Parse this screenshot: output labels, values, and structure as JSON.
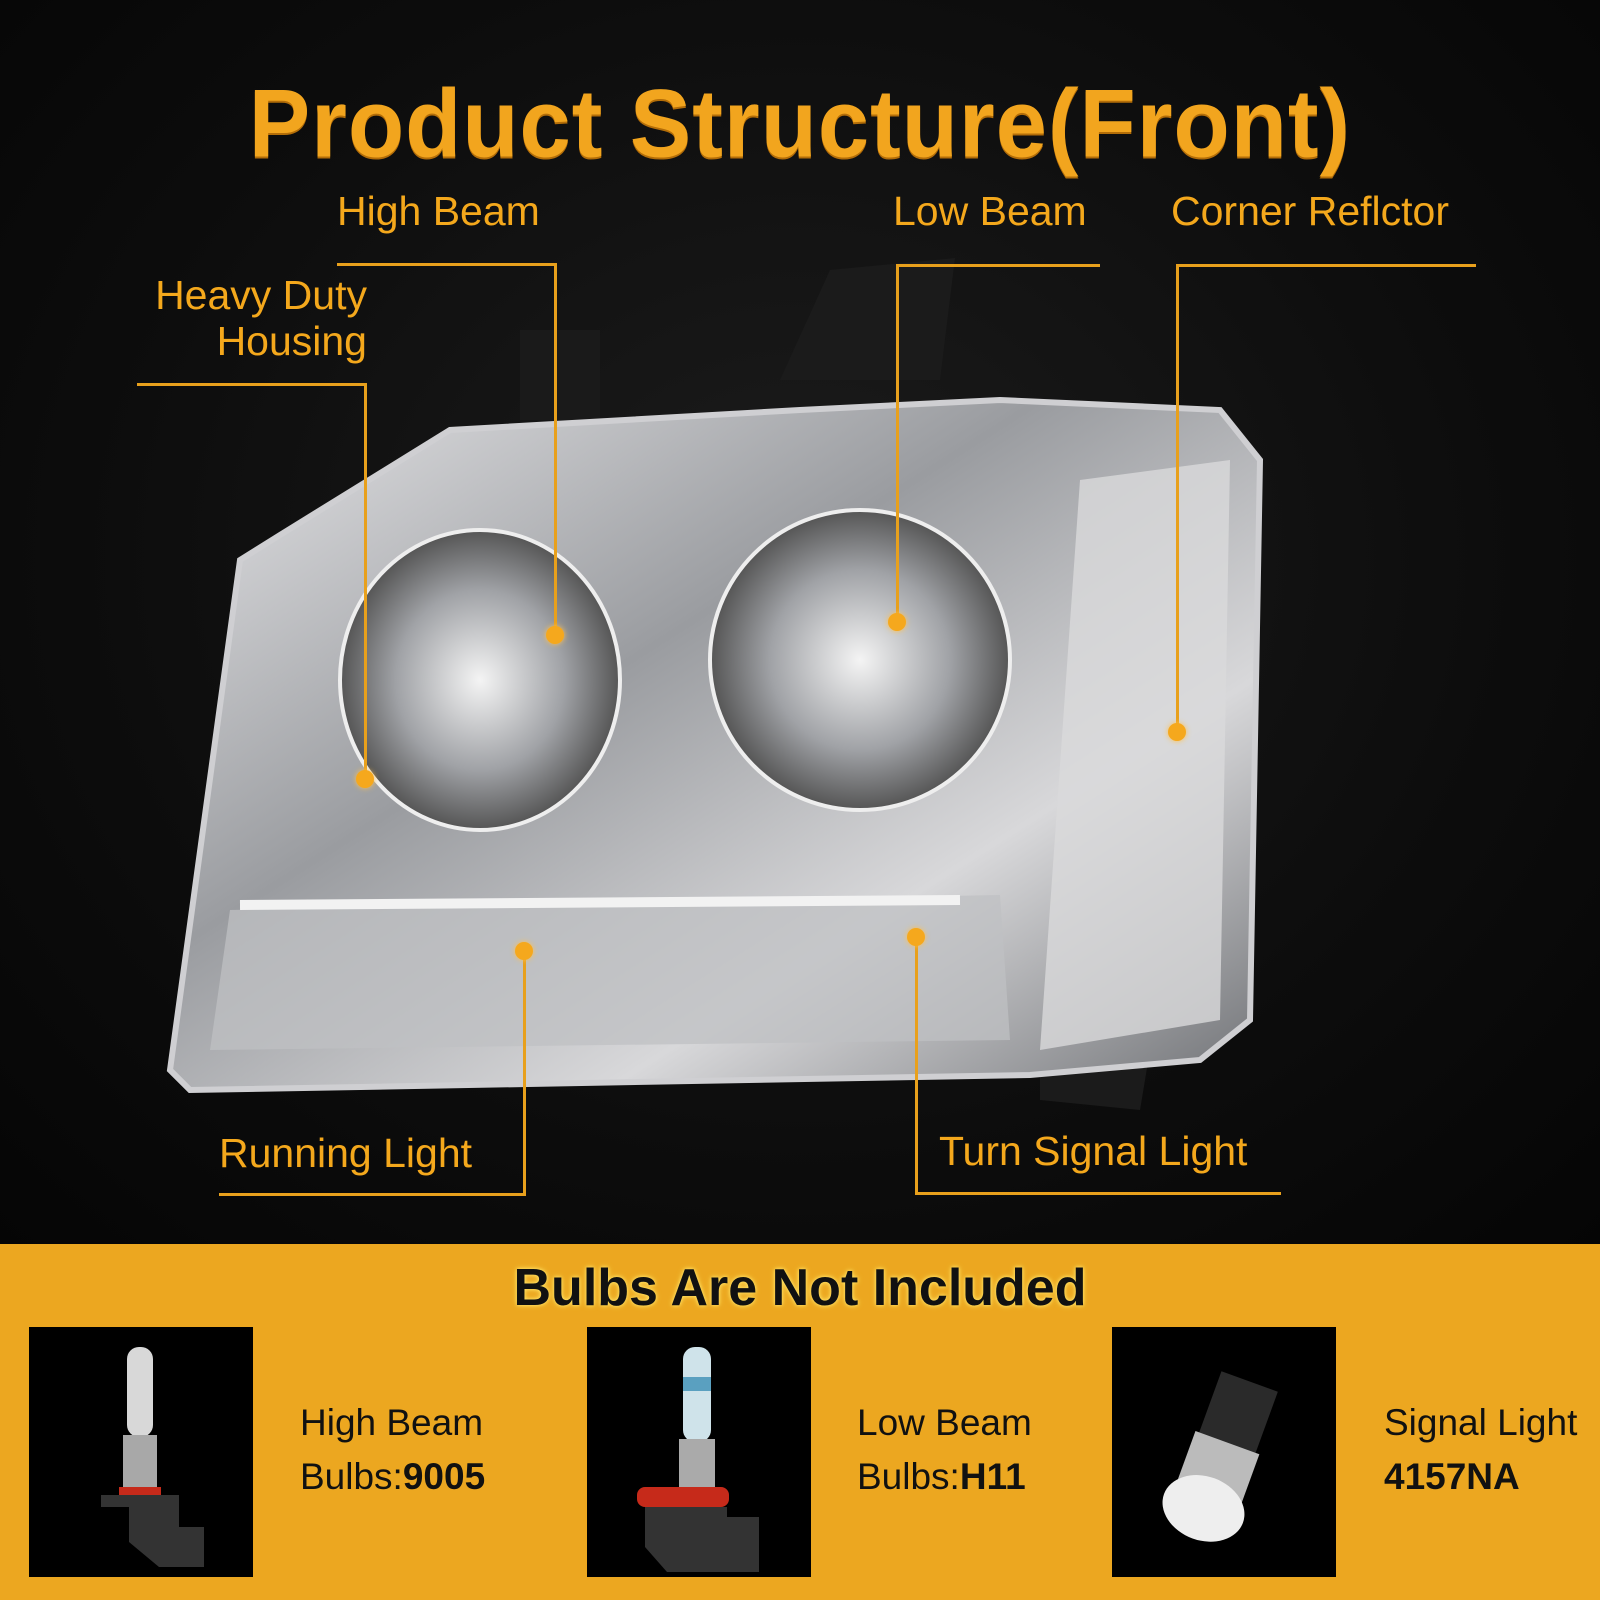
{
  "title": "Product Structure(Front)",
  "labels": {
    "high_beam": "High Beam",
    "low_beam": "Low Beam",
    "corner": "Corner Reflctor",
    "housing_1": "Heavy Duty",
    "housing_2": "Housing",
    "running": "Running Light",
    "turn": "Turn Signal Light"
  },
  "bulbs": {
    "heading": "Bulbs Are Not Included",
    "items": [
      {
        "line1": "High Beam",
        "prefix": "Bulbs:",
        "value": "9005"
      },
      {
        "line1": "Low Beam",
        "prefix": "Bulbs:",
        "value": "H11"
      },
      {
        "line1": "Signal Light",
        "prefix": "",
        "value": "4157NA"
      }
    ]
  },
  "colors": {
    "accent": "#eca720",
    "label": "#f4a81c"
  }
}
